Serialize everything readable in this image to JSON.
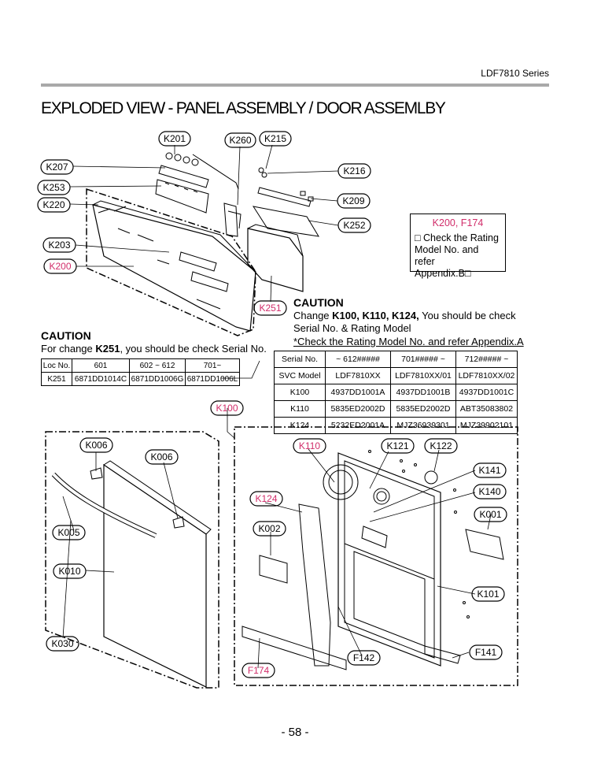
{
  "header": {
    "series": "LDF7810 Series"
  },
  "title": "EXPLODED VIEW - PANEL ASSEMBLY / DOOR ASSEMLBY",
  "labels": {
    "K201": "K201",
    "K260": "K260",
    "K215": "K215",
    "K207": "K207",
    "K216": "K216",
    "K253": "K253",
    "K209": "K209",
    "K220": "K220",
    "K252": "K252",
    "K203": "K203",
    "K200": "K200",
    "K251": "K251",
    "K100": "K100",
    "K006a": "K006",
    "K006b": "K006",
    "K005": "K005",
    "K010": "K010",
    "K030": "K030",
    "K110": "K110",
    "K121": "K121",
    "K122": "K122",
    "K141": "K141",
    "K140": "K140",
    "K124": "K124",
    "K001": "K001",
    "K002": "K002",
    "K101": "K101",
    "F142": "F142",
    "F141": "F141",
    "F174": "F174"
  },
  "rating_box": {
    "header": "K200, F174",
    "line1": "□ Check the Rating",
    "line2": "Model No. and refer",
    "line3": "Appendix.B□"
  },
  "caution_left": {
    "heading": "CAUTION",
    "text_pre": "For change ",
    "text_bold": "K251",
    "text_post": ", you should be check Serial No.",
    "table": {
      "headers": [
        "Loc No.",
        "601",
        "602 ~ 612",
        "701~"
      ],
      "rows": [
        [
          "K251",
          "6871DD1014C",
          "6871DD1006G",
          "6871DD1006L"
        ]
      ]
    }
  },
  "caution_right": {
    "heading": "CAUTION",
    "text_pre": "Change ",
    "text_bold": "K100, K110, K124,",
    "text_post": " You should be check",
    "line2": "Serial No. & Rating Model",
    "line3": "*Check the Rating Model No. and refer Appendix.A",
    "table": {
      "headers": [
        "Serial No.",
        "~ 612#####",
        "701##### ~",
        "712##### ~"
      ],
      "rows": [
        [
          "SVC Model",
          "LDF7810XX",
          "LDF7810XX/01",
          "LDF7810XX/02"
        ],
        [
          "K100",
          "4937DD1001A",
          "4937DD1001B",
          "4937DD1001C"
        ],
        [
          "K110",
          "5835ED2002D",
          "5835ED2002D",
          "ABT35083802"
        ],
        [
          "K124",
          "5232ED2001A",
          "MJZ36939301",
          "MJZ39902101"
        ]
      ]
    }
  },
  "page_number": "- 58 -"
}
